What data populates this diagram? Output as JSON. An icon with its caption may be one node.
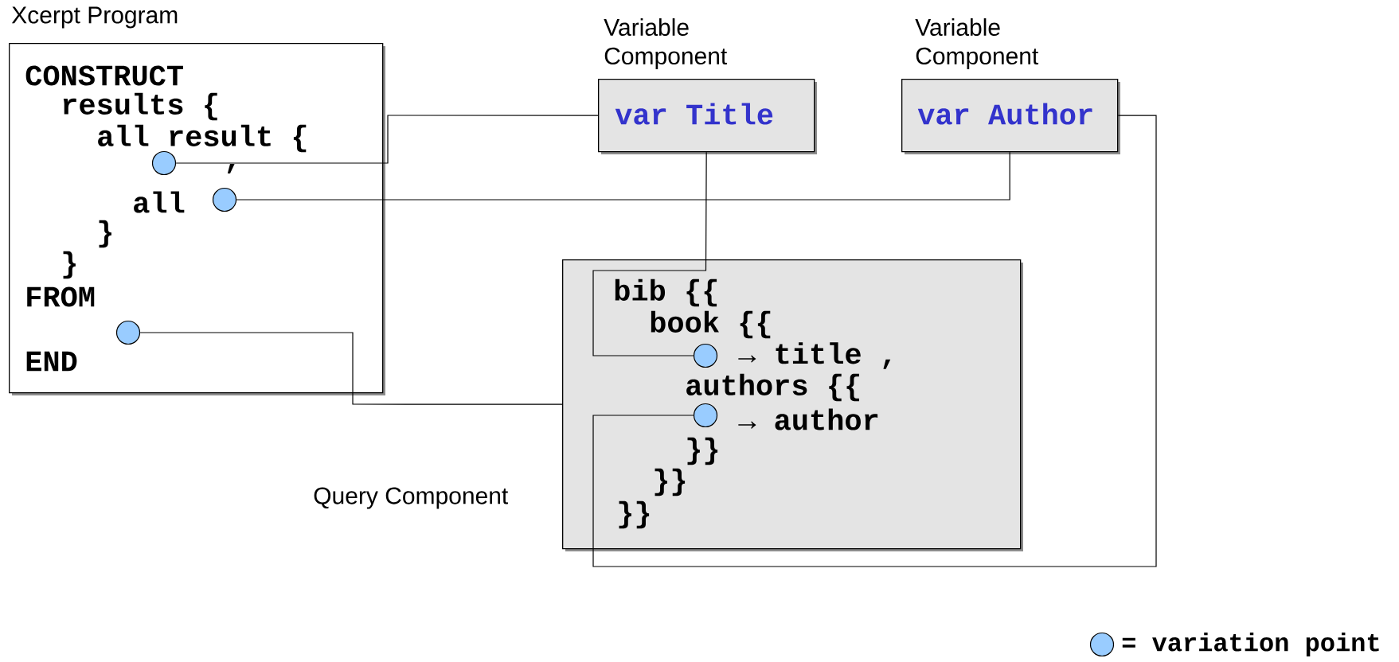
{
  "diagram": {
    "nodes": [
      {
        "text": [
          "Xcerpt Program",
          "CONSTRUCT",
          "results {",
          "all result {",
          ",",
          "all",
          "}",
          "}",
          "FROM",
          "END"
        ]
      },
      {
        "text": [],
        "shape": "circle",
        "in": 0
      },
      {
        "text": [],
        "shape": "circle",
        "in": 0
      },
      {
        "text": [],
        "shape": "circle",
        "in": 0
      },
      {
        "text": [
          "Variable Component",
          "var Title"
        ]
      },
      {
        "text": [
          "Variable Component",
          "var Author"
        ]
      },
      {
        "text": [
          "bib {{",
          "book {{",
          "→ title ,",
          "authors {{",
          "→ author",
          "}}",
          "}}",
          "}}"
        ],
        "beside": [
          "Query Component"
        ]
      },
      {
        "text": [],
        "shape": "circle",
        "in": 6
      },
      {
        "text": [],
        "shape": "circle",
        "in": 6
      }
    ],
    "edges": [
      {
        "from": 1,
        "to": 4,
        "arrow": "none"
      },
      {
        "from": 2,
        "to": 5,
        "arrow": "none"
      },
      {
        "from": 3,
        "to": 6,
        "arrow": "none"
      },
      {
        "from": 4,
        "to": 7,
        "arrow": "none"
      },
      {
        "from": 5,
        "to": 8,
        "arrow": "none"
      }
    ],
    "legend": [
      {
        "text": "= variation point"
      }
    ]
  }
}
